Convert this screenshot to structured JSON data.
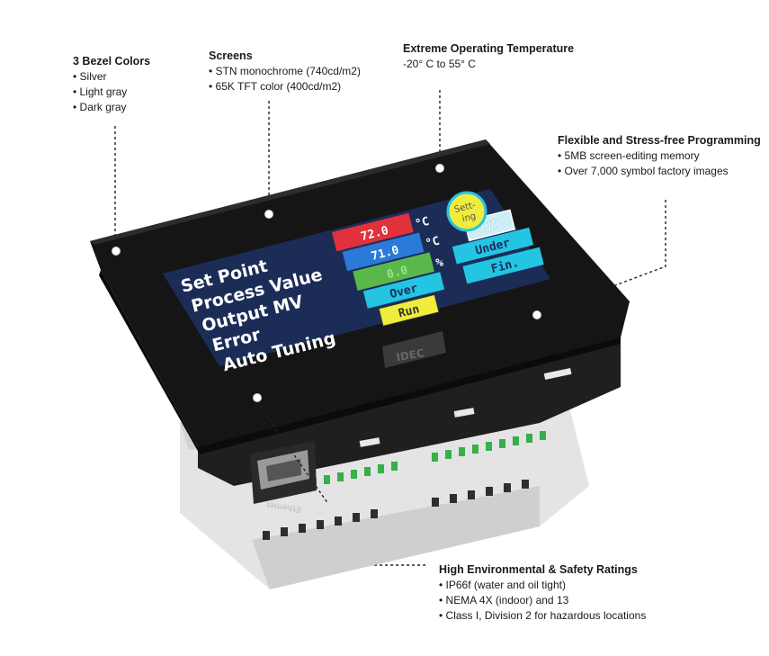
{
  "callouts": {
    "bezel": {
      "title": "3 Bezel Colors",
      "items": [
        "Silver",
        "Light gray",
        "Dark gray"
      ]
    },
    "screens": {
      "title": "Screens",
      "items": [
        "STN monochrome (740cd/m2)",
        "65K TFT color (400cd/m2)"
      ]
    },
    "temperature": {
      "title": "Extreme Operating Temperature",
      "text": "-20° C to 55° C"
    },
    "programming": {
      "title": "Flexible and Stress-free Programming",
      "items": [
        "5MB screen-editing memory",
        "Over 7,000 symbol factory images"
      ]
    },
    "ratings": {
      "title": "High Environmental & Safety Ratings",
      "items": [
        "IP66f (water and oil tight)",
        "NEMA 4X (indoor) and 13",
        "Class I, Division 2 for hazardous locations"
      ]
    }
  },
  "screen": {
    "labels": [
      "Set Point",
      "Process Value",
      "Output MV",
      "Error",
      "Auto Tuning"
    ],
    "set_point": "72.0",
    "process_value": "71.0",
    "output_mv": "0.0",
    "unit_c1": "°C",
    "unit_c2": "°C",
    "unit_pct": "%",
    "over": "Over",
    "run": "Run",
    "out": "OUT",
    "under": "Under",
    "fin": "Fin.",
    "setting_line1": "Sett-",
    "setting_line2": "ing"
  },
  "device": {
    "brand": "IDEC",
    "port_label": "Ethernet"
  },
  "colors": {
    "bezel": "#141414",
    "screen_bg": "#1b2d57",
    "set_point_bg": "#e0313d",
    "process_value_bg": "#2b79d9",
    "output_bg": "#5ab84a",
    "cyan_button": "#24c4e3",
    "yellow_button": "#f0ec3c",
    "housing_light": "#e6e6e6"
  }
}
